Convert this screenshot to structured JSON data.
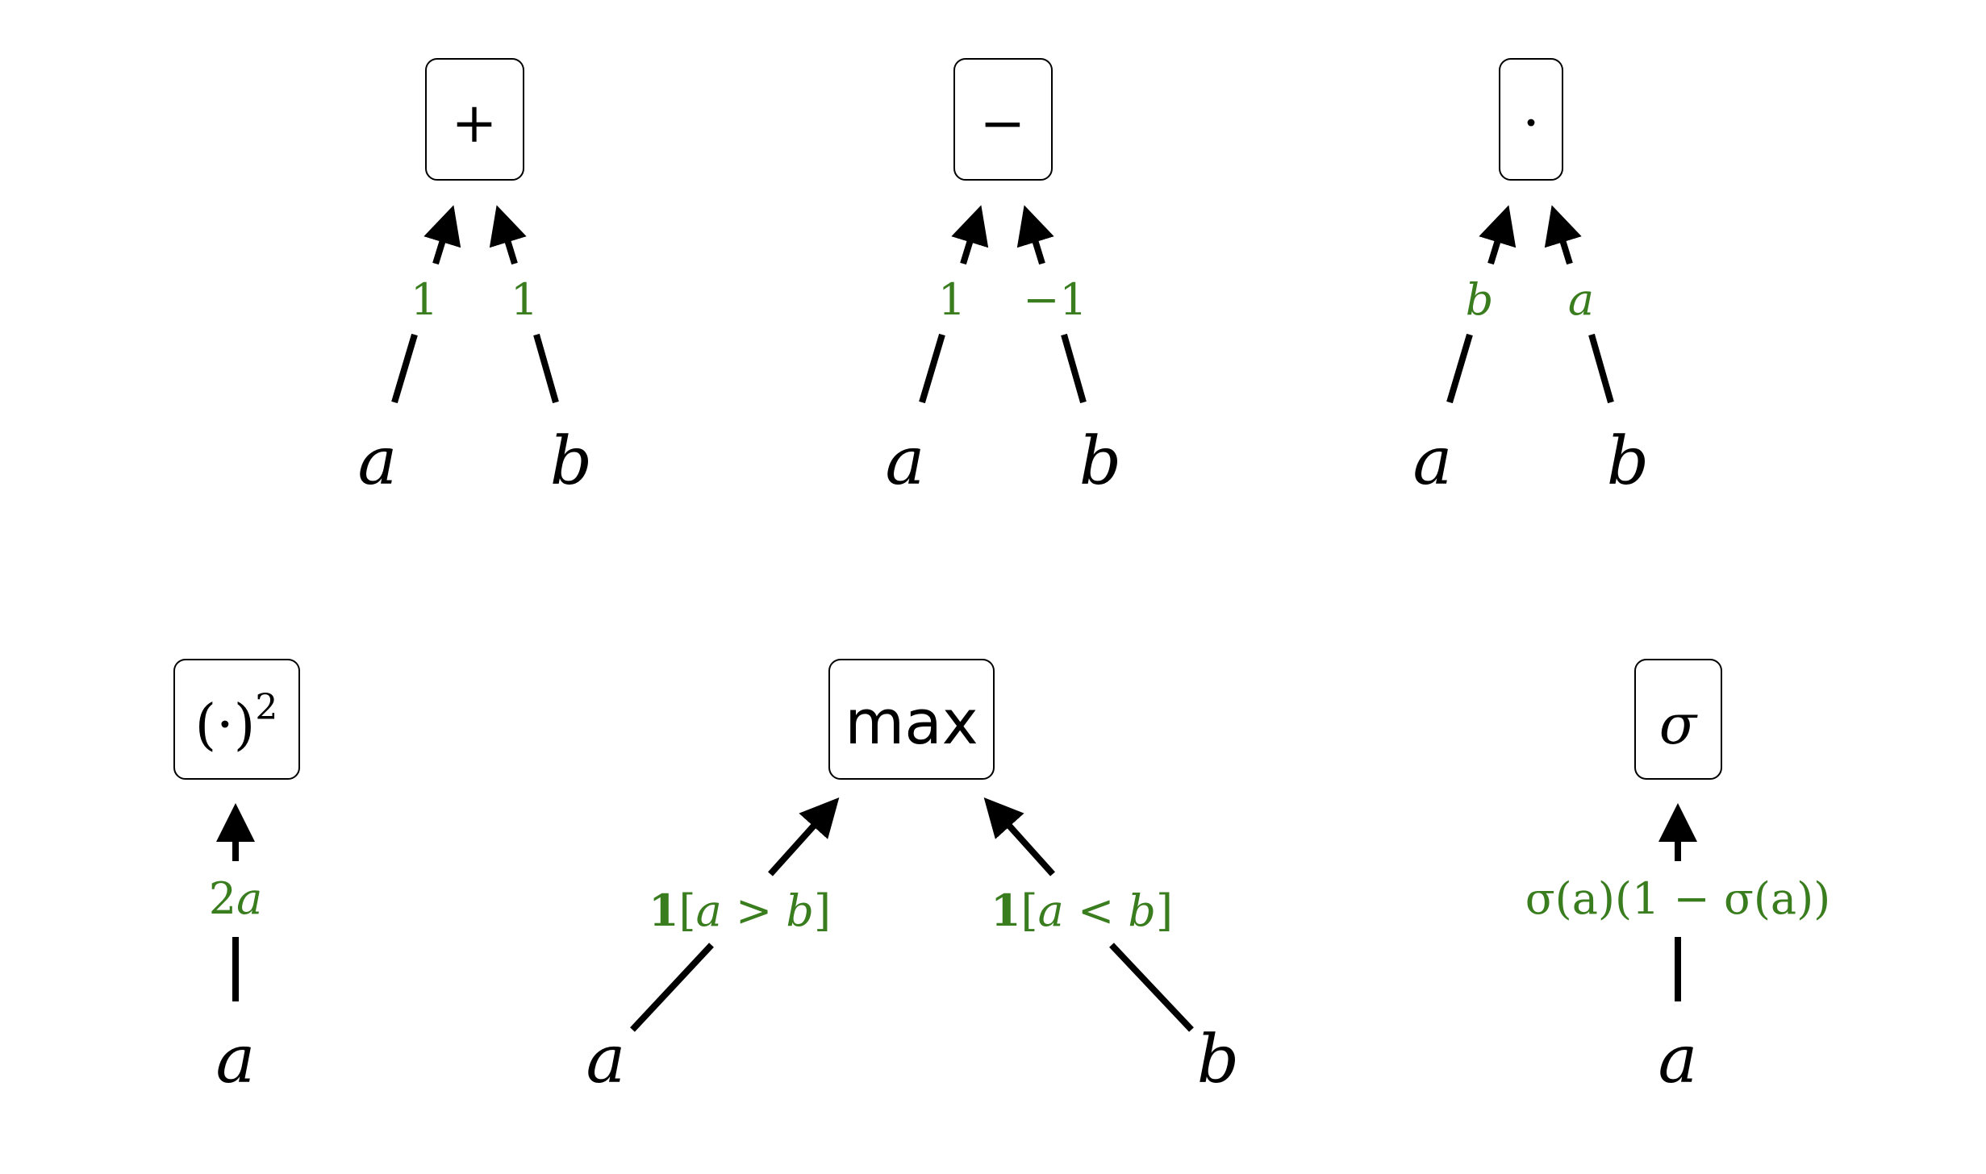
{
  "colors": {
    "gradient": "#3a7d1f",
    "edge": "#000000",
    "node_border": "#000000"
  },
  "diagrams": {
    "add": {
      "op": "+",
      "inputs": [
        "a",
        "b"
      ],
      "gradients": [
        "1",
        "1"
      ]
    },
    "sub": {
      "op": "−",
      "inputs": [
        "a",
        "b"
      ],
      "gradients": [
        "1",
        "−1"
      ]
    },
    "mul": {
      "op": "·",
      "inputs": [
        "a",
        "b"
      ],
      "gradients": [
        "b",
        "a"
      ]
    },
    "square": {
      "op": "(·)",
      "op_sup": "2",
      "input": "a",
      "gradient_coef": "2",
      "gradient_var": "a"
    },
    "max": {
      "op": "max",
      "inputs": [
        "a",
        "b"
      ],
      "gradients": [
        {
          "indicator": "1",
          "open": "[",
          "lhs": "a",
          "rel": " > ",
          "rhs": "b",
          "close": "]"
        },
        {
          "indicator": "1",
          "open": "[",
          "lhs": "a",
          "rel": " < ",
          "rhs": "b",
          "close": "]"
        }
      ]
    },
    "sigmoid": {
      "op": "σ",
      "input": "a",
      "gradient": "σ(a)(1 − σ(a))"
    }
  }
}
